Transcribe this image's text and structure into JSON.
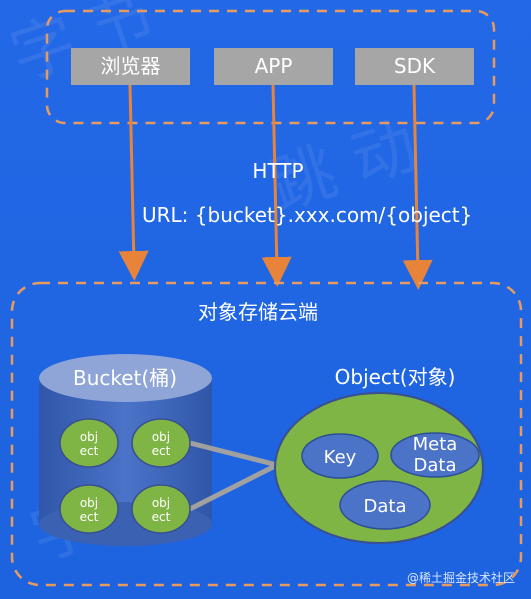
{
  "clients": {
    "items": [
      {
        "label": "浏览器"
      },
      {
        "label": "APP"
      },
      {
        "label": "SDK"
      }
    ]
  },
  "protocol": {
    "http": "HTTP",
    "url": "URL: {bucket}.xxx.com/{object}"
  },
  "cloud": {
    "title": "对象存储云端"
  },
  "bucket": {
    "title": "Bucket(桶)",
    "objects": [
      {
        "label": "obj\nect"
      },
      {
        "label": "obj\nect"
      },
      {
        "label": "obj\nect"
      },
      {
        "label": "obj\nect"
      }
    ]
  },
  "object": {
    "title": "Object(对象)",
    "parts": {
      "key": "Key",
      "meta_line1": "Meta",
      "meta_line2": "Data",
      "data": "Data"
    }
  },
  "footer": {
    "credit": "@稀土掘金技术社区"
  },
  "colors": {
    "background": "#1f66e6",
    "dashed_border": "#e89a5f",
    "client_box_fill": "#a6a6a6",
    "arrow": "#e8833a",
    "bucket_fill": "#3f68b5",
    "bucket_top": "#8fa5d7",
    "object_fill": "#7fb545",
    "object_stroke": "#3a4f91",
    "inner_ellipse": "#4b73c8"
  }
}
